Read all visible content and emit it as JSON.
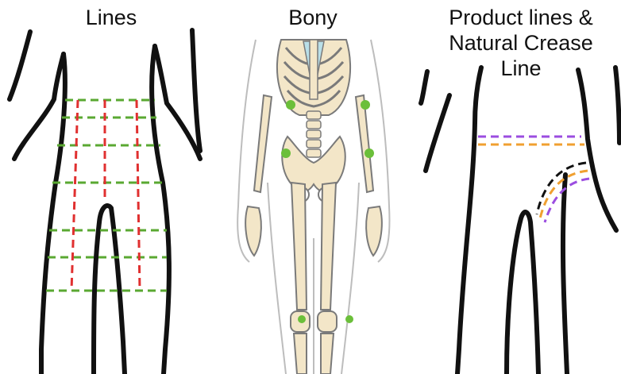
{
  "panels": [
    {
      "title": "Lines"
    },
    {
      "title": "Bony"
    },
    {
      "title_lines": [
        "Product lines &",
        "Natural Crease",
        "Line"
      ]
    }
  ],
  "colors": {
    "outline": "#111111",
    "horizontal_lines": "#5aa832",
    "vertical_lines": "#e03030",
    "bone": "#f3e6c8",
    "bone_stroke": "#7a7a7a",
    "cartilage": "#b9dfe8",
    "landmark": "#6bbf3a",
    "product_line_purple": "#9b4de0",
    "product_line_orange": "#f0a030",
    "crease_line_black": "#111111"
  }
}
